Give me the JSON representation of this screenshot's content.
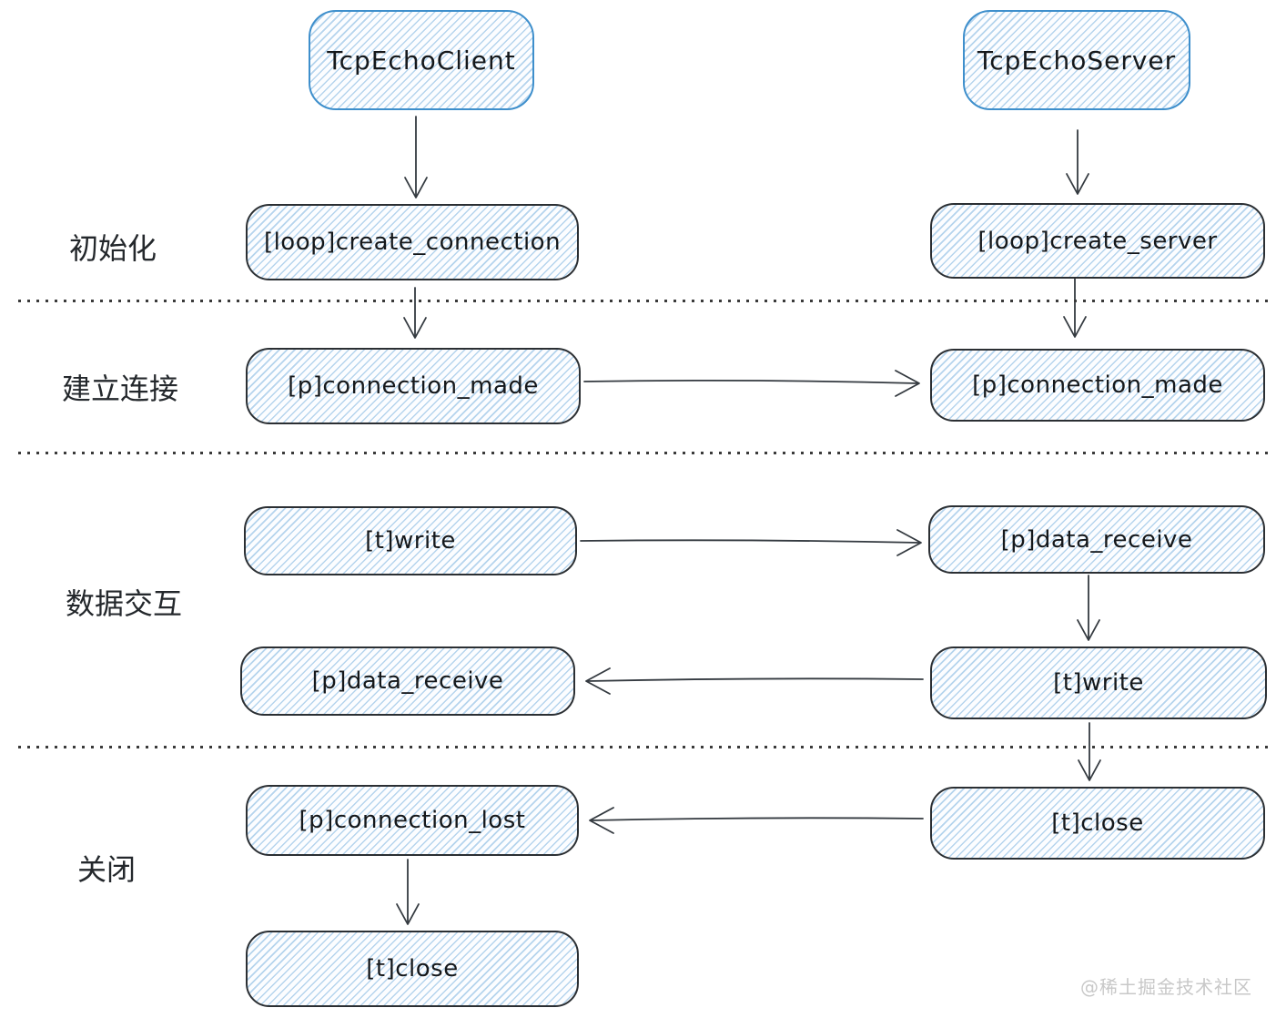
{
  "diagram": {
    "actors": {
      "client": "TcpEchoClient",
      "server": "TcpEchoServer"
    },
    "phase_labels": {
      "init": "初始化",
      "connect": "建立连接",
      "data": "数据交互",
      "close": "关闭"
    },
    "nodes": {
      "loop_create_connection": "[loop]create_connection",
      "loop_create_server": "[loop]create_server",
      "client_connection_made": "[p]connection_made",
      "server_connection_made": "[p]connection_made",
      "client_write": "[t]write",
      "server_data_receive": "[p]data_receive",
      "client_data_receive": "[p]data_receive",
      "server_write": "[t]write",
      "client_connection_lost": "[p]connection_lost",
      "server_close": "[t]close",
      "client_close": "[t]close"
    },
    "watermark": "@稀土掘金技术社区",
    "colors": {
      "actor-border": "#3e8fcc",
      "node-border": "#2b2f33",
      "hatch-line": "#b5d4ed",
      "hatch-bg": "#fcfdff",
      "arrow": "#343a40",
      "label": "#24282c",
      "separator": "#3a3a3a",
      "watermark": "#c8c8c8"
    }
  }
}
